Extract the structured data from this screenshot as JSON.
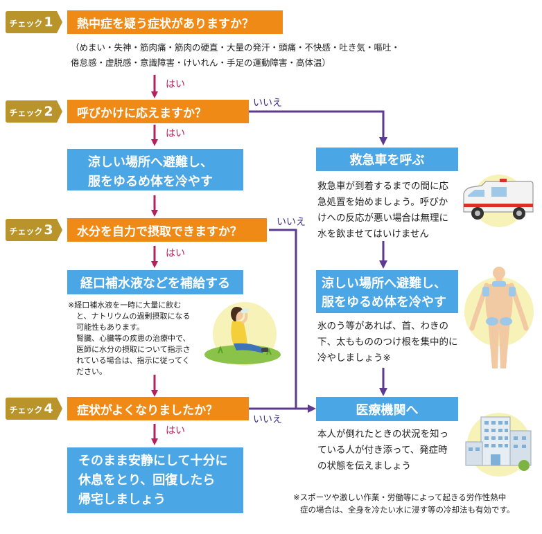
{
  "colors": {
    "check_badge": "#b8942a",
    "question_box": "#f08a16",
    "action_box": "#4aa6e4",
    "yes_arrow": "#b4205c",
    "no_arrow": "#5b3a8f"
  },
  "checks": [
    {
      "label": "チェック",
      "num": "1"
    },
    {
      "label": "チェック",
      "num": "2"
    },
    {
      "label": "チェック",
      "num": "3"
    },
    {
      "label": "チェック",
      "num": "4"
    }
  ],
  "questions": {
    "q1": "熱中症を疑う症状がありますか？",
    "q2": "呼びかけに応えますか？",
    "q3": "水分を自力で摂取できますか？",
    "q4": "症状がよくなりましたか？"
  },
  "symptoms": [
    "（めまい・失神・筋肉痛・筋肉の硬直・大量の発汗・頭痛・不快感・吐き気・嘔吐・",
    "倦怠感・虚脱感・意識障害・けいれん・手足の運動障害・高体温）"
  ],
  "answers": {
    "yes": "はい",
    "no": "いいえ"
  },
  "actions": {
    "cool_left": [
      "涼しい場所へ避難し、",
      "服をゆるめ体を冷やす"
    ],
    "ors": "経口補水液などを補給する",
    "rest": [
      "そのまま安静にして十分に",
      "休息をとり、回復したら",
      "帰宅しましょう"
    ],
    "ambulance": "救急車を呼ぶ",
    "cool_right": [
      "涼しい場所へ避難し、",
      "服をゆるめ体を冷やす"
    ],
    "hospital": "医療機関へ"
  },
  "notes": {
    "ambulance": [
      "救急車が到着するまでの間に応",
      "急処置を始めましょう。呼びか",
      "けへの反応が悪い場合は無理に",
      "水を飲ませてはいけません"
    ],
    "ors": [
      "※経口補水液を一時に大量に飲む",
      "と、ナトリウムの過剰摂取になる",
      "可能性もあります。",
      "腎臓、心臓等の疾患の治療中で、",
      "医師に水分の摂取について指示さ",
      "れている場合は、指示に従ってく",
      "ださい。"
    ],
    "cooling": [
      "氷のう等があれば、首、わきの",
      "下、太ももののつけ根を集中的に",
      "冷やしましょう※"
    ],
    "hospital": [
      "本人が倒れたときの状況を知っ",
      "ている人が付き添って、発症時",
      "の状態を伝えましょう"
    ],
    "footer": [
      "※スポーツや激しい作業・労働等によって起きる労作性熱中",
      "症の場合は、全身を冷たい水に浸す等の冷却法も有効です。"
    ]
  },
  "icons": [
    "ambulance-illustration",
    "drinking-person-illustration",
    "body-cooling-illustration",
    "hospital-building-illustration"
  ]
}
